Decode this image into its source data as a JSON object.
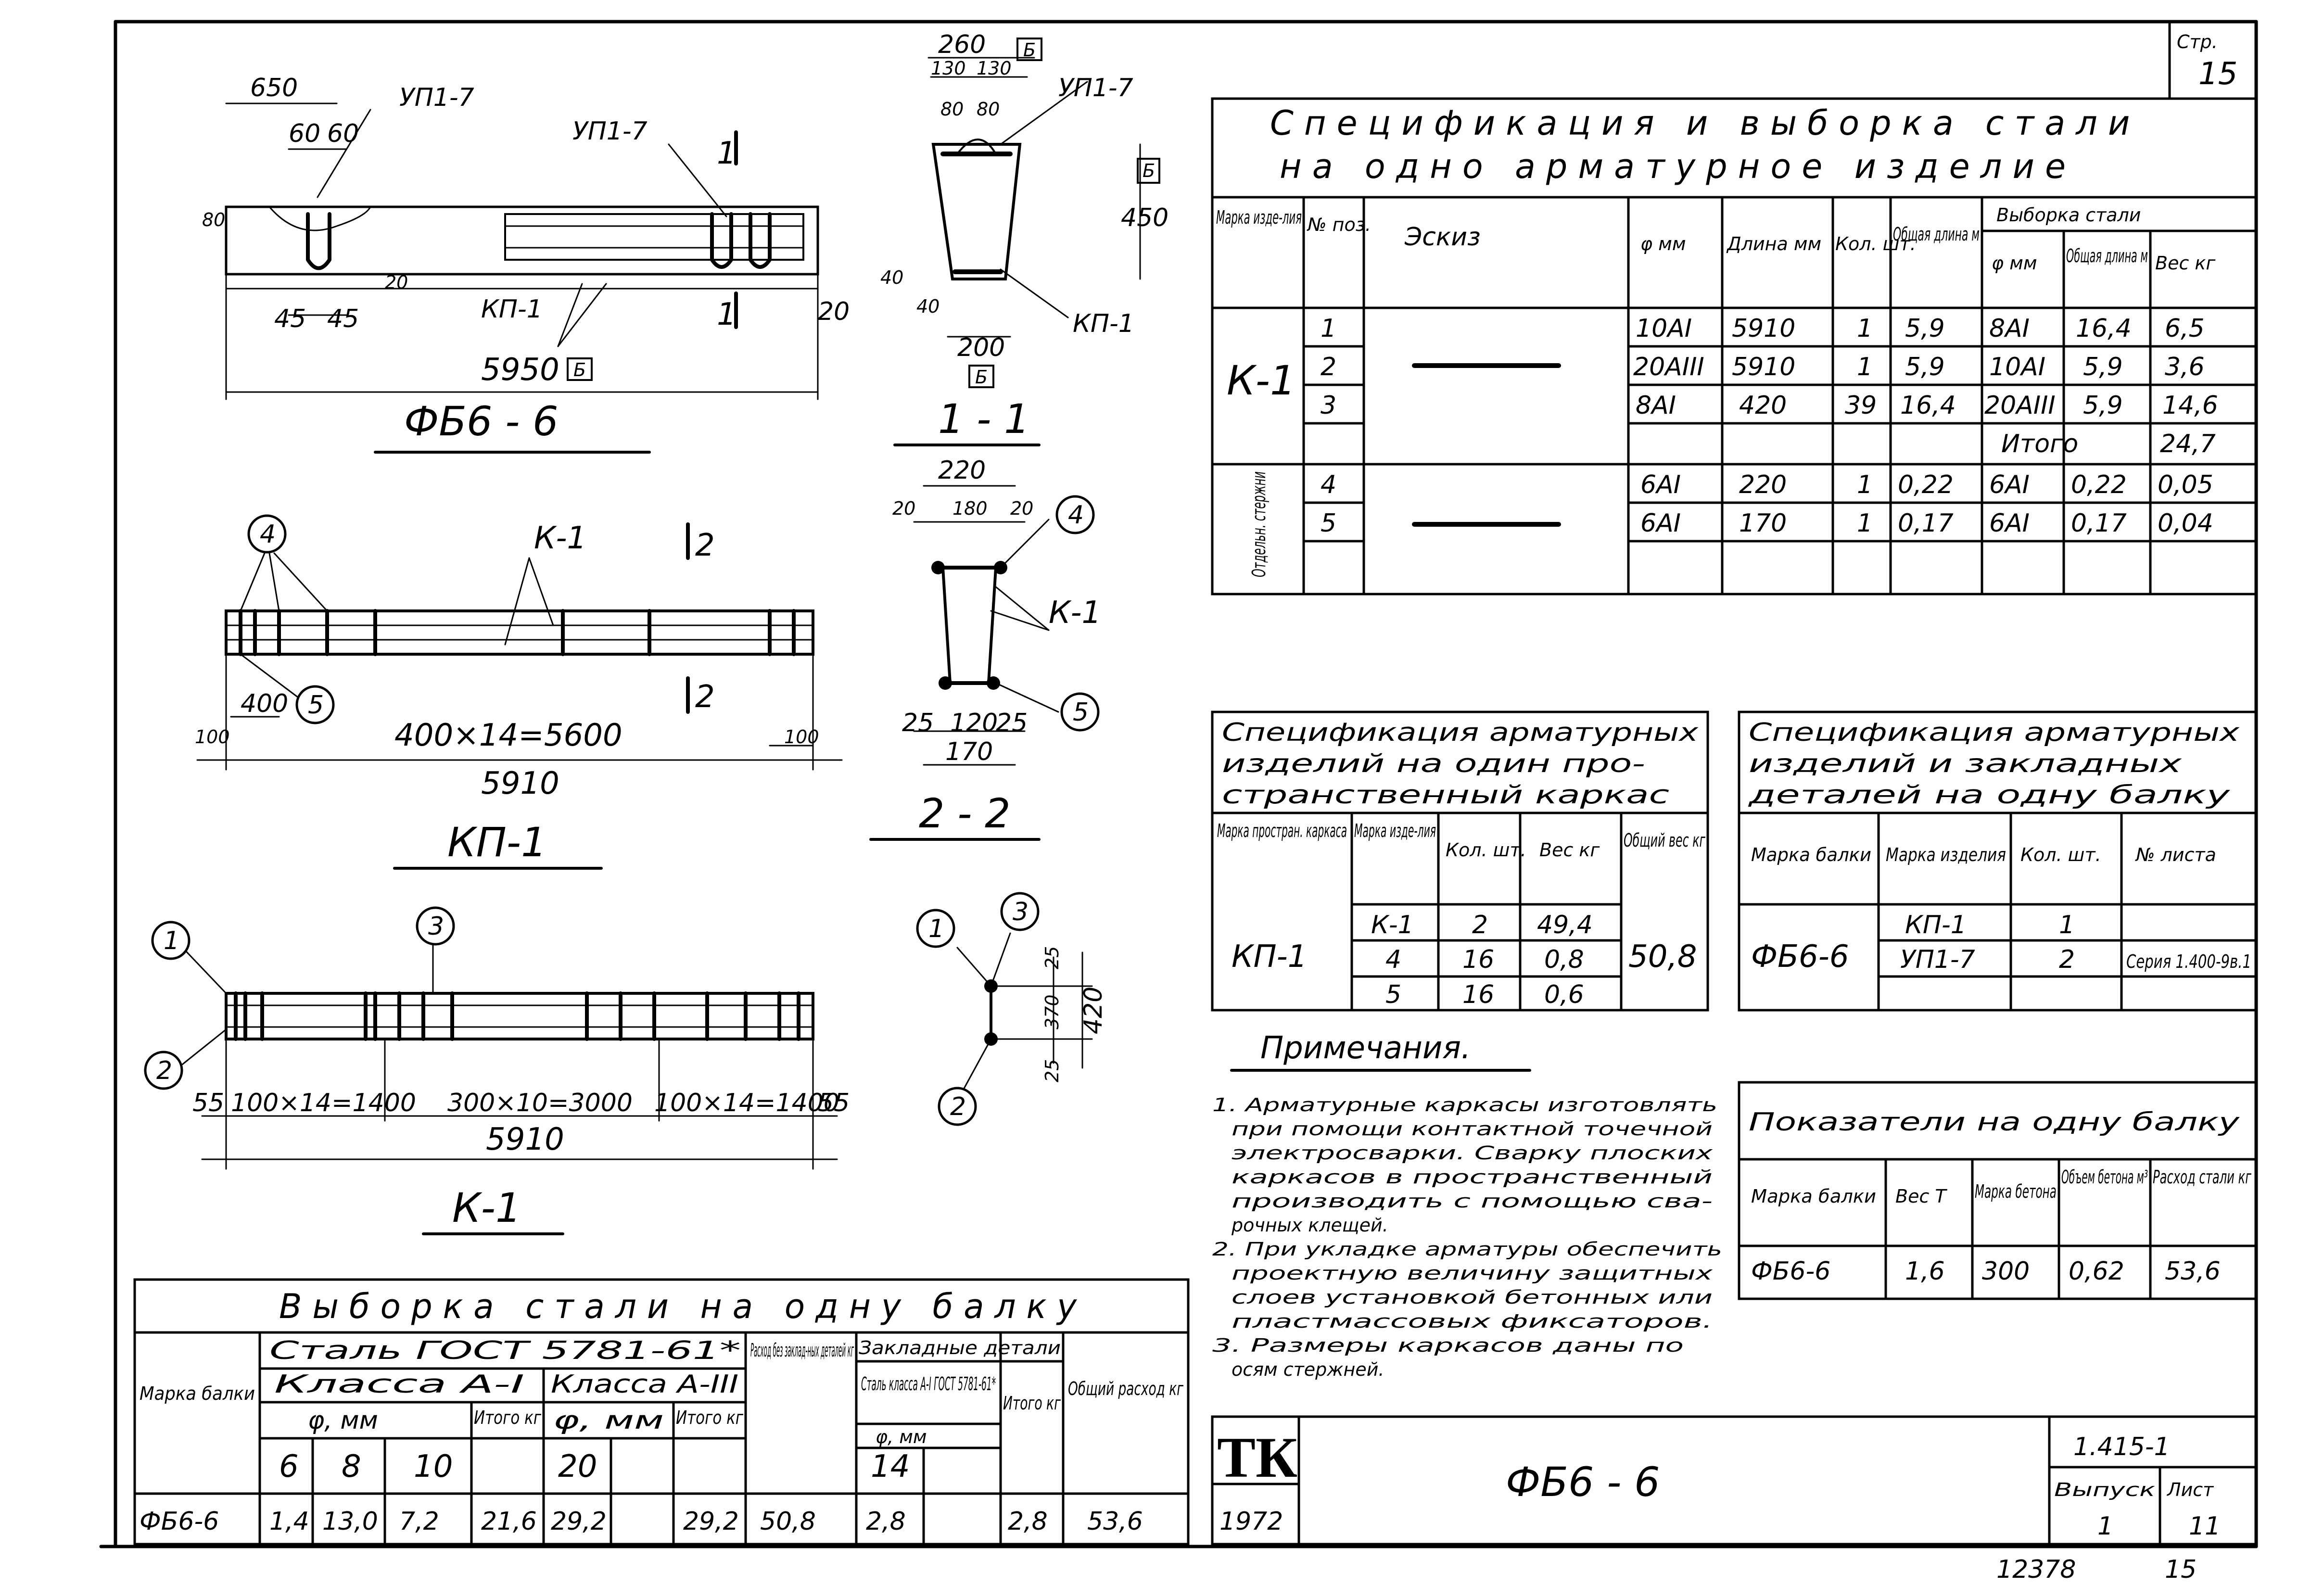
{
  "sheet": {
    "page_label": "Стр.",
    "page_no": "15",
    "series_code": "1.415-1",
    "drawing_title": "ФБ6 - 6",
    "stamp": "ТК",
    "year": "1972",
    "issue_label": "Выпуск",
    "issue_no": "1",
    "sheet_label": "Лист",
    "sheet_no": "11",
    "archive_no": "12378",
    "archive_page": "15"
  },
  "views": {
    "beam_title": "ФБ6 - 6",
    "section11_title": "1 - 1",
    "kp1_title": "КП-1",
    "section22_title": "2 - 2",
    "k1_title": "К-1",
    "beam": {
      "up_left": "УП1-7",
      "up_right": "УП1-7",
      "kp": "КП-1",
      "cut": "1",
      "d650": "650",
      "d60a": "60",
      "d60b": "60",
      "d80": "80",
      "d20a": "20",
      "d45a": "45",
      "d45b": "45",
      "d20b": "20",
      "total": "5950",
      "tag": "Б"
    },
    "sec11": {
      "d260": "260",
      "d130a": "130",
      "d130b": "130",
      "d80a": "80",
      "d80b": "80",
      "up": "УП1-7",
      "d450": "450",
      "d40a": "40",
      "d40b": "40",
      "d200": "200",
      "kp": "КП-1",
      "tag": "Б"
    },
    "kp1": {
      "pos4": "4",
      "pos5": "5",
      "k1": "К-1",
      "cut": "2",
      "d400": "400",
      "d100a": "100",
      "d100b": "100",
      "pitch": "400×14=5600",
      "total": "5910"
    },
    "sec22": {
      "d220": "220",
      "d20a": "20",
      "d180": "180",
      "d20b": "20",
      "pos4": "4",
      "k1": "К-1",
      "pos5": "5",
      "d25a": "25",
      "d120": "120",
      "d25b": "25",
      "d170": "170"
    },
    "k1": {
      "pos1": "1",
      "pos2": "2",
      "pos3": "3",
      "d55a": "55",
      "pitch_a": "100×14=1400",
      "pitch_b": "300×10=3000",
      "pitch_c": "100×14=1400",
      "d55b": "55",
      "total": "5910"
    },
    "k1sec": {
      "pos1": "1",
      "pos3": "3",
      "pos2": "2",
      "d25a": "25",
      "d370": "370",
      "d25b": "25",
      "d420": "420"
    }
  },
  "spec_main": {
    "title1": "Спецификация и выборка стали",
    "title2": "на одно арматурное изделие",
    "h_mark": "Марка изде-лия",
    "h_pos": "№ поз.",
    "h_sketch": "Эскиз",
    "h_dia": "φ мм",
    "h_len": "Длина мм",
    "h_qty": "Кол. шт.",
    "h_total": "Общая длина м",
    "h_sel": "Выборка стали",
    "h_sel_dia": "φ мм",
    "h_sel_len": "Общая длина м",
    "h_sel_w": "Вес кг",
    "group1": "К-1",
    "group2": "Отдельн. стержни",
    "rows": [
      {
        "pos": "1",
        "dia": "10АI",
        "len": "5910",
        "qty": "1",
        "tot": "5,9",
        "sdia": "8АI",
        "slen": "16,4",
        "sw": "6,5"
      },
      {
        "pos": "2",
        "dia": "20АIII",
        "len": "5910",
        "qty": "1",
        "tot": "5,9",
        "sdia": "10АI",
        "slen": "5,9",
        "sw": "3,6"
      },
      {
        "pos": "3",
        "dia": "8АI",
        "len": "420",
        "qty": "39",
        "tot": "16,4",
        "sdia": "20АIII",
        "slen": "5,9",
        "sw": "14,6"
      },
      {
        "pos": "4",
        "dia": "6АI",
        "len": "220",
        "qty": "1",
        "tot": "0,22",
        "sdia": "6АI",
        "slen": "0,22",
        "sw": "0,05"
      },
      {
        "pos": "5",
        "dia": "6АI",
        "len": "170",
        "qty": "1",
        "tot": "0,17",
        "sdia": "6АI",
        "slen": "0,17",
        "sw": "0,04"
      }
    ],
    "total_label": "Итого",
    "total_value": "24,7"
  },
  "spec_frame": {
    "title1": "Спецификация арматурных",
    "title2": "изделий на один про-",
    "title3": "странственный каркас",
    "h1": "Марка простран. каркаса",
    "h2": "Марка изде-лия",
    "h3": "Кол. шт.",
    "h4": "Вес кг",
    "h5": "Общий вес кг",
    "frame": "КП-1",
    "rows": [
      {
        "item": "К-1",
        "qty": "2",
        "w": "49,4"
      },
      {
        "item": "4",
        "qty": "16",
        "w": "0,8"
      },
      {
        "item": "5",
        "qty": "16",
        "w": "0,6"
      }
    ],
    "total": "50,8"
  },
  "spec_beam": {
    "title1": "Спецификация арматурных",
    "title2": "изделий и закладных",
    "title3": "деталей на одну балку",
    "h1": "Марка балки",
    "h2": "Марка изделия",
    "h3": "Кол. шт.",
    "h4": "№ листа",
    "beam": "ФБ6-6",
    "rows": [
      {
        "item": "КП-1",
        "qty": "1",
        "sheet": ""
      },
      {
        "item": "УП1-7",
        "qty": "2",
        "sheet": "Серия 1.400-9в.1"
      }
    ]
  },
  "notes": {
    "title": "Примечания.",
    "lines": [
      "1. Арматурные каркасы изготовлять",
      "при помощи контактной точечной",
      "электросварки. Сварку плоских",
      "каркасов в пространственный",
      "производить с помощью сва-",
      "рочных клещей.",
      "2. При укладке арматуры обеспечить",
      "проектную величину защитных",
      "слоев установкой бетонных или",
      "пластмассовых фиксаторов.",
      "3. Размеры каркасов даны по",
      "осям стержней."
    ]
  },
  "indicators": {
    "title": "Показатели на одну балку",
    "h1": "Марка балки",
    "h2": "Вес Т",
    "h3": "Марка бетона",
    "h4": "Объем бетона м³",
    "h5": "Расход стали кг",
    "row": {
      "mark": "ФБ6-6",
      "w": "1,6",
      "concrete": "300",
      "vol": "0,62",
      "steel": "53,6"
    }
  },
  "selection": {
    "title": "Выборка стали на одну балку",
    "h_mark": "Марка балки",
    "h_steel": "Сталь ГОСТ 5781-61*",
    "h_cls1": "Класса А-I",
    "h_cls3": "Класса А-III",
    "h_dia": "φ, мм",
    "h_dia3": "φ, мм",
    "h_tot1": "Итого кг",
    "h_tot3": "Итого кг",
    "h_noemb": "Расход без заклад-ных деталей кг",
    "h_emb": "Закладные детали",
    "h_emb_steel": "Сталь класса А-I ГОСТ 5781-61*",
    "h_emb_dia": "φ, мм",
    "h_emb_tot": "Итого кг",
    "h_total": "Общий расход кг",
    "d6": "6",
    "d8": "8",
    "d10": "10",
    "d20": "20",
    "d14": "14",
    "row": {
      "mark": "ФБ6-6",
      "v6": "1,4",
      "v8": "13,0",
      "v10": "7,2",
      "t1": "21,6",
      "v20": "29,2",
      "t3": "29,2",
      "noemb": "50,8",
      "e14": "2,8",
      "et": "2,8",
      "total": "53,6"
    }
  }
}
